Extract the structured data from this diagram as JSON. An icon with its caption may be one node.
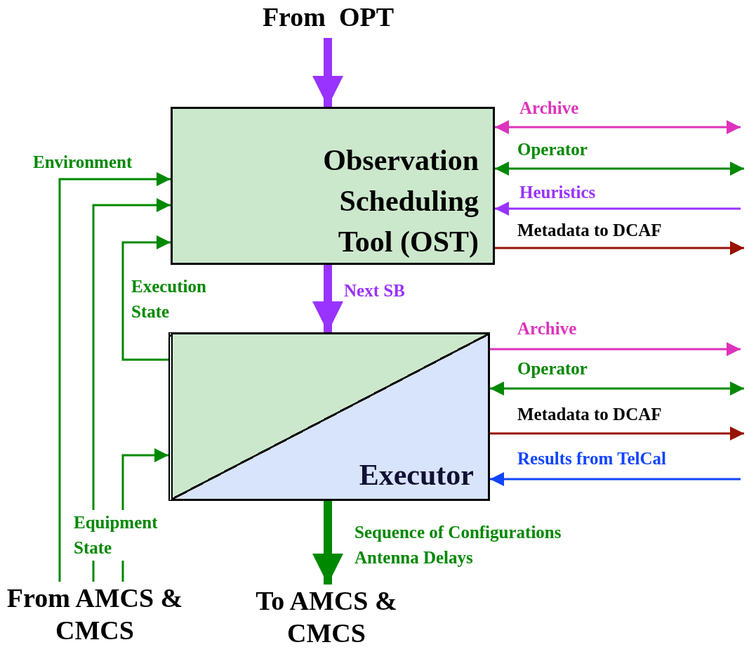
{
  "diagram": {
    "nodes": [
      {
        "text": [
          "From  OPT"
        ]
      },
      {
        "text": [
          "Observation Scheduling Tool (OST)"
        ]
      },
      {
        "text": [
          "Executor"
        ]
      },
      {
        "text": [
          "From AMCS & CMCS"
        ]
      },
      {
        "text": [
          "To AMCS & CMCS"
        ]
      }
    ],
    "edges": [
      {
        "from": 0,
        "to": 1,
        "arrow": "to",
        "style": "thick",
        "color": "#9933ff"
      },
      {
        "from": 1,
        "to": 2,
        "arrow": "to",
        "label": "Next SB",
        "style": "thick",
        "color": "#9933ff"
      },
      {
        "from": 2,
        "to": 4,
        "arrow": "to",
        "label": "Sequence of Configurations Antenna Delays",
        "style": "thick"
      },
      {
        "from": 3,
        "to": 1,
        "arrow": "to",
        "label": "Environment"
      },
      {
        "from": 3,
        "to": 1,
        "arrow": "to"
      },
      {
        "from": 2,
        "to": 1,
        "arrow": "to",
        "label": "Execution State"
      },
      {
        "from": 3,
        "to": 2,
        "arrow": "to",
        "label": "Equipment State"
      },
      {
        "from": 1,
        "to": null,
        "arrow": "both",
        "label": "Archive",
        "color": "#dd33bb"
      },
      {
        "from": 1,
        "to": null,
        "arrow": "both",
        "label": "Operator"
      },
      {
        "from": null,
        "to": 1,
        "arrow": "to",
        "label": "Heuristics",
        "color": "#9933ff"
      },
      {
        "from": 1,
        "to": null,
        "arrow": "to",
        "label": "Metadata to DCAF",
        "color": "#991100"
      },
      {
        "from": 2,
        "to": null,
        "arrow": "to",
        "label": "Archive",
        "color": "#dd33bb"
      },
      {
        "from": 2,
        "to": null,
        "arrow": "both",
        "label": "Operator"
      },
      {
        "from": 2,
        "to": null,
        "arrow": "to",
        "label": "Metadata to DCAF",
        "color": "#991100"
      },
      {
        "from": null,
        "to": 2,
        "arrow": "to",
        "label": "Results from TelCal",
        "color": "#1144ff"
      }
    ]
  }
}
